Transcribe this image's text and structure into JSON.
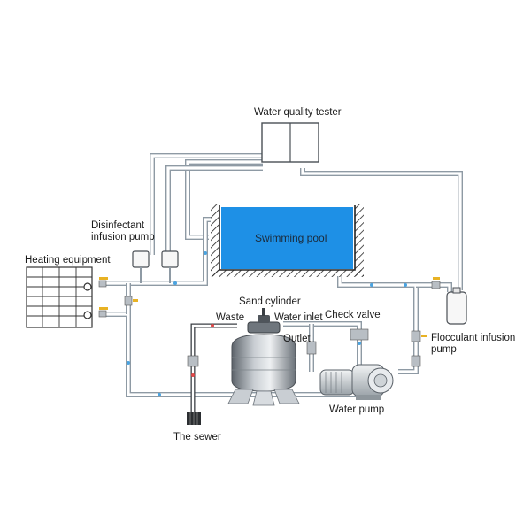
{
  "labels": {
    "water_quality_tester": "Water quality tester",
    "disinfectant_line1": "Disinfectant",
    "disinfectant_line2": "infusion pump",
    "heating_equipment": "Heating equipment",
    "swimming_pool": "Swimming pool",
    "sand_cylinder": "Sand cylinder",
    "waste": "Waste",
    "water_inlet": "Water inlet",
    "check_valve": "Check valve",
    "outlet": "Outlet",
    "flocculant_line1": "Flocculant infusion",
    "flocculant_line2": "pump",
    "water_pump": "Water pump",
    "the_sewer": "The sewer"
  },
  "colors": {
    "pool_water": "#1e90e6",
    "pipe": "#8e9aa4",
    "valve_handle": "#e8b224",
    "flow_dot": "#4aa3e0",
    "waste_dot": "#e04848"
  }
}
